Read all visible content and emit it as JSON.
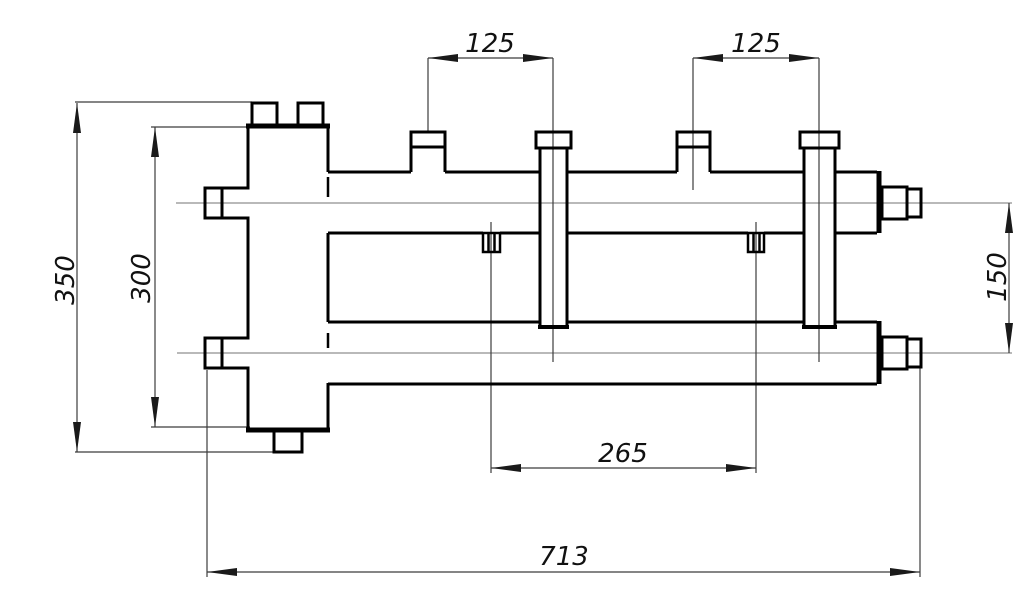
{
  "drawing": {
    "kind": "technical-drawing",
    "view": "manifold-front-view",
    "background_color": "#ffffff",
    "outline_color": "#000000",
    "dimension_line_color": "#3c3c3c",
    "centerline_color": "#8f8f8f",
    "text_color": "#111111",
    "dimensions": {
      "pitch_left": "125",
      "pitch_right": "125",
      "overall_height": "350",
      "body_height": "300",
      "axis_spacing": "150",
      "nub_spacing": "265",
      "overall_length": "713"
    }
  }
}
